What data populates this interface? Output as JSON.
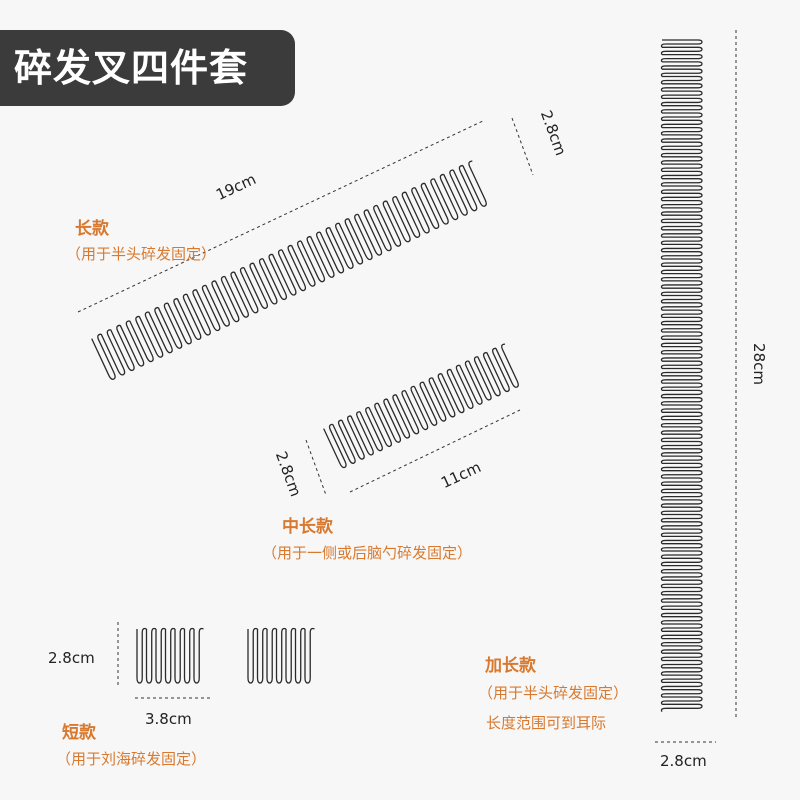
{
  "title": "碎发叉四件套",
  "colors": {
    "accent": "#d8792f",
    "title_bg": "#3b3b3b",
    "comb": "#2a2a2a"
  },
  "long": {
    "name": "长款",
    "usage": "（用于半头碎发固定）",
    "length": "19cm",
    "width": "2.8cm"
  },
  "medium": {
    "name": "中长款",
    "usage": "（用于一侧或后脑勺碎发固定）",
    "length": "11cm",
    "width": "2.8cm"
  },
  "short": {
    "name": "短款",
    "usage": "（用于刘海碎发固定）",
    "length": "3.8cm",
    "width": "2.8cm"
  },
  "extra_long": {
    "name": "加长款",
    "usage": "（用于半头碎发固定）",
    "note": "长度范围可到耳际",
    "length": "28cm",
    "width": "2.8cm"
  }
}
